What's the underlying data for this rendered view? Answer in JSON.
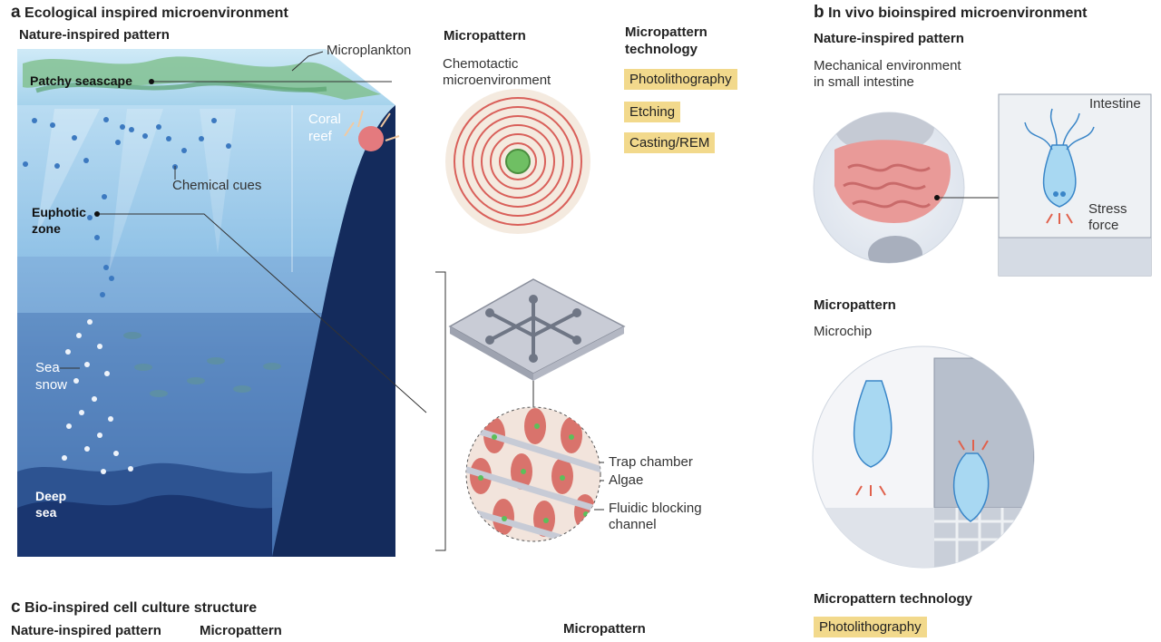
{
  "panel_a": {
    "letter": "a",
    "title": "Ecological inspired microenvironment",
    "nature_heading": "Nature-inspired pattern",
    "micropattern_heading": "Micropattern",
    "technology_heading_line1": "Micropattern",
    "technology_heading_line2": "technology",
    "labels": {
      "microplankton": "Microplankton",
      "patchy_seascape": "Patchy seascape",
      "coral_reef_line1": "Coral",
      "coral_reef_line2": "reef",
      "chemical_cues": "Chemical cues",
      "euphotic_line1": "Euphotic",
      "euphotic_line2": "zone",
      "sea_snow_line1": "Sea",
      "sea_snow_line2": "snow",
      "deep_sea_line1": "Deep",
      "deep_sea_line2": "sea",
      "chemotactic_line1": "Chemotactic",
      "chemotactic_line2": "microenvironment",
      "trap_chamber": "Trap chamber",
      "algae": "Algae",
      "fluidic_line1": "Fluidic blocking",
      "fluidic_line2": "channel"
    },
    "technologies": [
      "Photolithography",
      "Etching",
      "Casting/REM"
    ]
  },
  "panel_b": {
    "letter": "b",
    "title": "In vivo bioinspired microenvironment",
    "nature_heading": "Nature-inspired pattern",
    "mech_line1": "Mechanical environment",
    "mech_line2": "in small intestine",
    "intestine": "Intestine",
    "stress_line1": "Stress",
    "stress_line2": "force",
    "micropattern_heading": "Micropattern",
    "microchip": "Microchip",
    "technology_heading": "Micropattern technology",
    "technologies": [
      "Photolithography"
    ]
  },
  "panel_c": {
    "letter": "c",
    "title": "Bio-inspired cell culture structure",
    "nature_heading": "Nature-inspired pattern",
    "micropattern_heading": "Micropattern",
    "technology_heading_line1": "Micropattern"
  },
  "colors": {
    "ocean_light": "#a9d3ee",
    "ocean_deep": "#1d3566",
    "tag": "#f2d98c",
    "cell": "#9fd3f0",
    "force_arrow": "#e0614c"
  }
}
